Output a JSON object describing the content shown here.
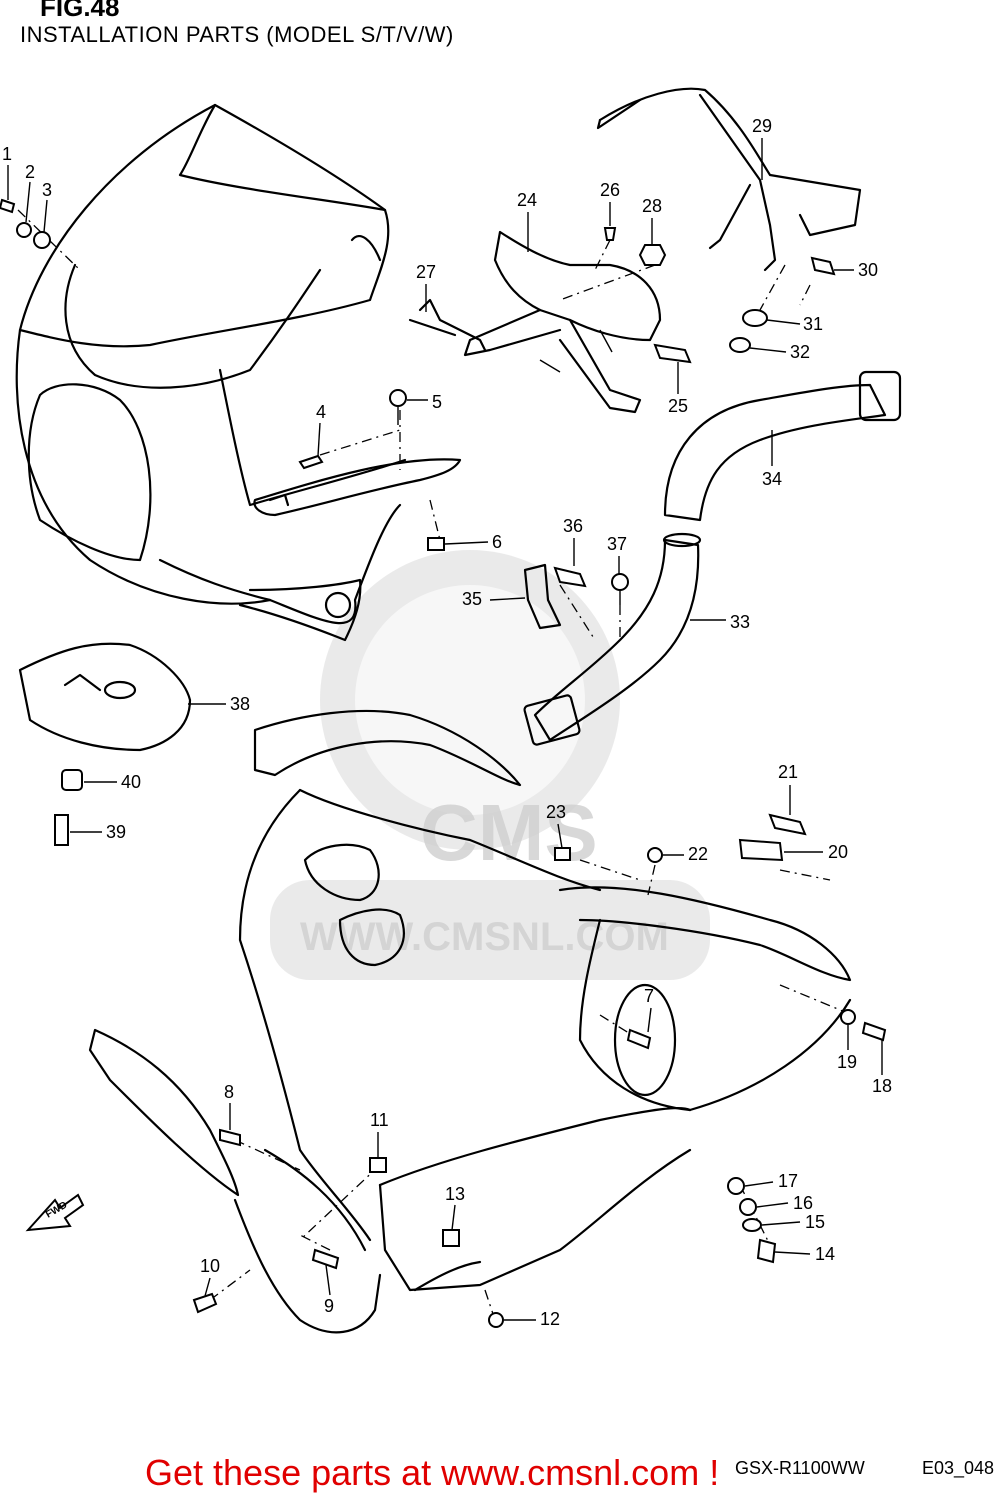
{
  "figure": {
    "title": "FIG.48",
    "subtitle": "INSTALLATION PARTS (MODEL S/T/V/W)"
  },
  "watermark": {
    "text": "CMS",
    "url": "WWW.CMSNL.COM"
  },
  "arrow": {
    "label": "FWD"
  },
  "footer": {
    "model": "GSX-R1100WW",
    "code": "E03_048",
    "banner": "Get these parts at www.cmsnl.com !",
    "banner_color": "#e00000"
  },
  "callouts": [
    "1",
    "2",
    "3",
    "4",
    "5",
    "6",
    "7",
    "8",
    "9",
    "10",
    "11",
    "12",
    "13",
    "14",
    "15",
    "16",
    "17",
    "18",
    "19",
    "20",
    "21",
    "22",
    "23",
    "24",
    "25",
    "26",
    "27",
    "28",
    "29",
    "30",
    "31",
    "32",
    "33",
    "34",
    "35",
    "36",
    "37",
    "38",
    "39",
    "40"
  ]
}
